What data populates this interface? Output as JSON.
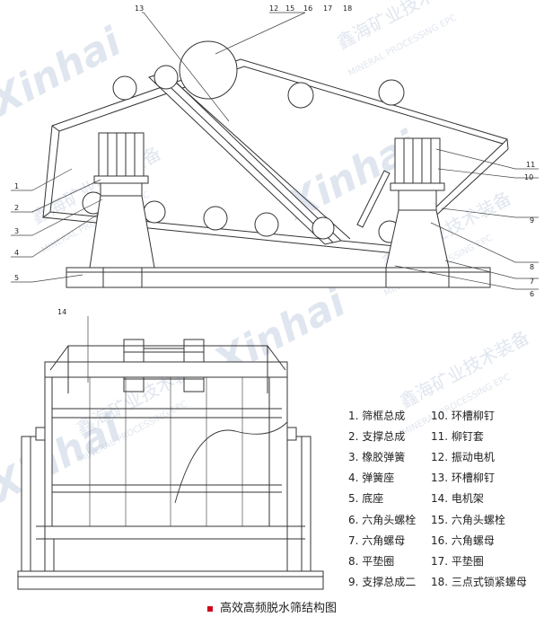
{
  "watermarks": {
    "brand_cn": "鑫海矿业技术装备",
    "brand_en": "MINERAL PROCESSING EPC",
    "logo": "Xinhai"
  },
  "callouts": {
    "n1": "1",
    "n2": "2",
    "n3": "3",
    "n4": "4",
    "n5": "5",
    "n6": "6",
    "n7": "7",
    "n8": "8",
    "n9": "9",
    "n10": "10",
    "n11": "11",
    "n12": "12",
    "n13": "13",
    "n14": "14",
    "n15": "15",
    "n16": "16",
    "n17": "17",
    "n18": "18"
  },
  "legend": [
    [
      "1. 筛框总成",
      "10. 环槽柳钉"
    ],
    [
      "2. 支撑总成",
      "11. 柳钉套"
    ],
    [
      "3. 橡胶弹簧",
      "12. 振动电机"
    ],
    [
      "4. 弹簧座",
      "13. 环槽柳钉"
    ],
    [
      "5. 底座",
      "14. 电机架"
    ],
    [
      "6. 六角头螺栓",
      "15. 六角头螺栓"
    ],
    [
      "7. 六角螺母",
      "16. 六角螺母"
    ],
    [
      "8. 平垫圈",
      "17. 平垫圈"
    ],
    [
      "9. 支撑总成二",
      "18. 三点式锁紧螺母"
    ]
  ],
  "caption": "高效高频脱水筛结构图"
}
